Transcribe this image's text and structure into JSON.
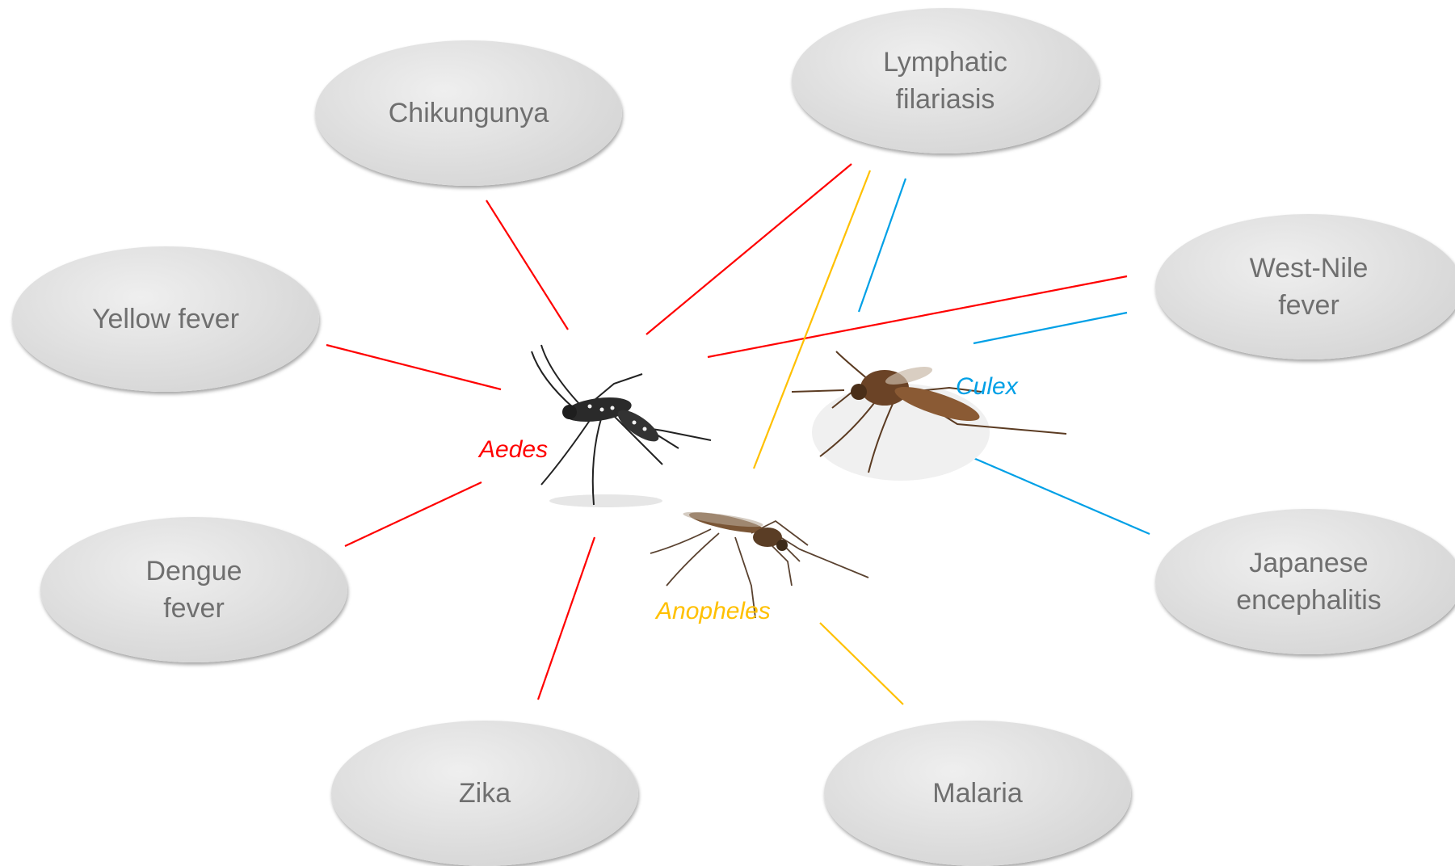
{
  "diseases": {
    "chikungunya": "Chikungunya",
    "lymphatic_filariasis": "Lymphatic\nfilariasis",
    "yellow_fever": "Yellow fever",
    "west_nile_fever": "West-Nile\nfever",
    "dengue_fever": "Dengue\nfever",
    "japanese_encephalitis": "Japanese\nencephalitis",
    "zika": "Zika",
    "malaria": "Malaria"
  },
  "vectors": {
    "aedes": {
      "label": "Aedes",
      "color": "#ff0000"
    },
    "anopheles": {
      "label": "Anopheles",
      "color": "#ffc000"
    },
    "culex": {
      "label": "Culex",
      "color": "#00a0e6"
    }
  },
  "links": [
    {
      "vector": "aedes",
      "disease": "Chikungunya"
    },
    {
      "vector": "aedes",
      "disease": "Lymphatic filariasis"
    },
    {
      "vector": "aedes",
      "disease": "Yellow fever"
    },
    {
      "vector": "aedes",
      "disease": "West-Nile fever"
    },
    {
      "vector": "aedes",
      "disease": "Dengue fever"
    },
    {
      "vector": "aedes",
      "disease": "Zika"
    },
    {
      "vector": "anopheles",
      "disease": "Lymphatic filariasis"
    },
    {
      "vector": "anopheles",
      "disease": "Malaria"
    },
    {
      "vector": "culex",
      "disease": "Lymphatic filariasis"
    },
    {
      "vector": "culex",
      "disease": "West-Nile fever"
    },
    {
      "vector": "culex",
      "disease": "Japanese encephalitis"
    }
  ]
}
